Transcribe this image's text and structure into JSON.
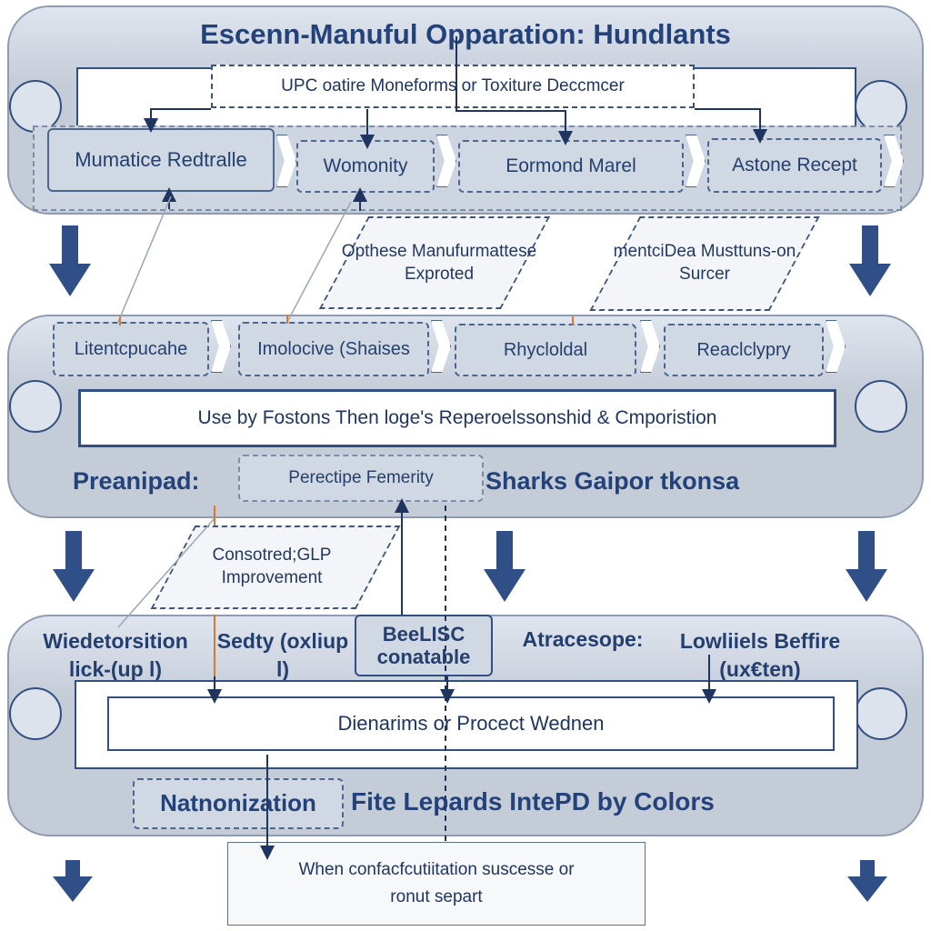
{
  "title": "Escenn-Manuful Opparation: Hundlants",
  "top_band": {
    "subtitle": "UPC oatire Moneforms or Toxiture Deccmcer",
    "nodes": [
      "Mumatice Redtralle",
      "Womonity",
      "Eormond Marel",
      "Astone Recept"
    ]
  },
  "floating_notes": [
    "Opthese Manufurmattese Exproted",
    "mentciDea Musttuns-on Surcer"
  ],
  "middle_band": {
    "nodes": [
      "Litentcpucahe",
      "Imolocive (Shaises",
      "Rhycloldal",
      "Reaclclypry"
    ],
    "banner": "Use by Fostons Then loge's Reperoelssonshid & Cmporistion",
    "left_label": "Preanipad:",
    "center_box": "Perectipe Femerity",
    "right_label": "Sharks Gaipor tkonsa"
  },
  "note_middle": "Consotred;GLP Improvement",
  "bottom_band": {
    "col1": "Wiedetorsition lick-(up l)",
    "col2": "Sedty (oxliup l)",
    "col3_box": "BeeLISC conatable",
    "col4": "Atracesope:",
    "col5": "Lowliiels Beffire (ux€ten)",
    "banner": "Dienarims or Procect Wednen",
    "left_box": "Natnonization",
    "right_label": "Fite Lepards IntePD by Colors"
  },
  "footer_box": "When confacfcutiitation suscesse or ronut separt",
  "colors": {
    "band": "#c4ccd8",
    "accent": "#24427a",
    "arrow": "#2f4f86",
    "connector": "#d9782f"
  }
}
